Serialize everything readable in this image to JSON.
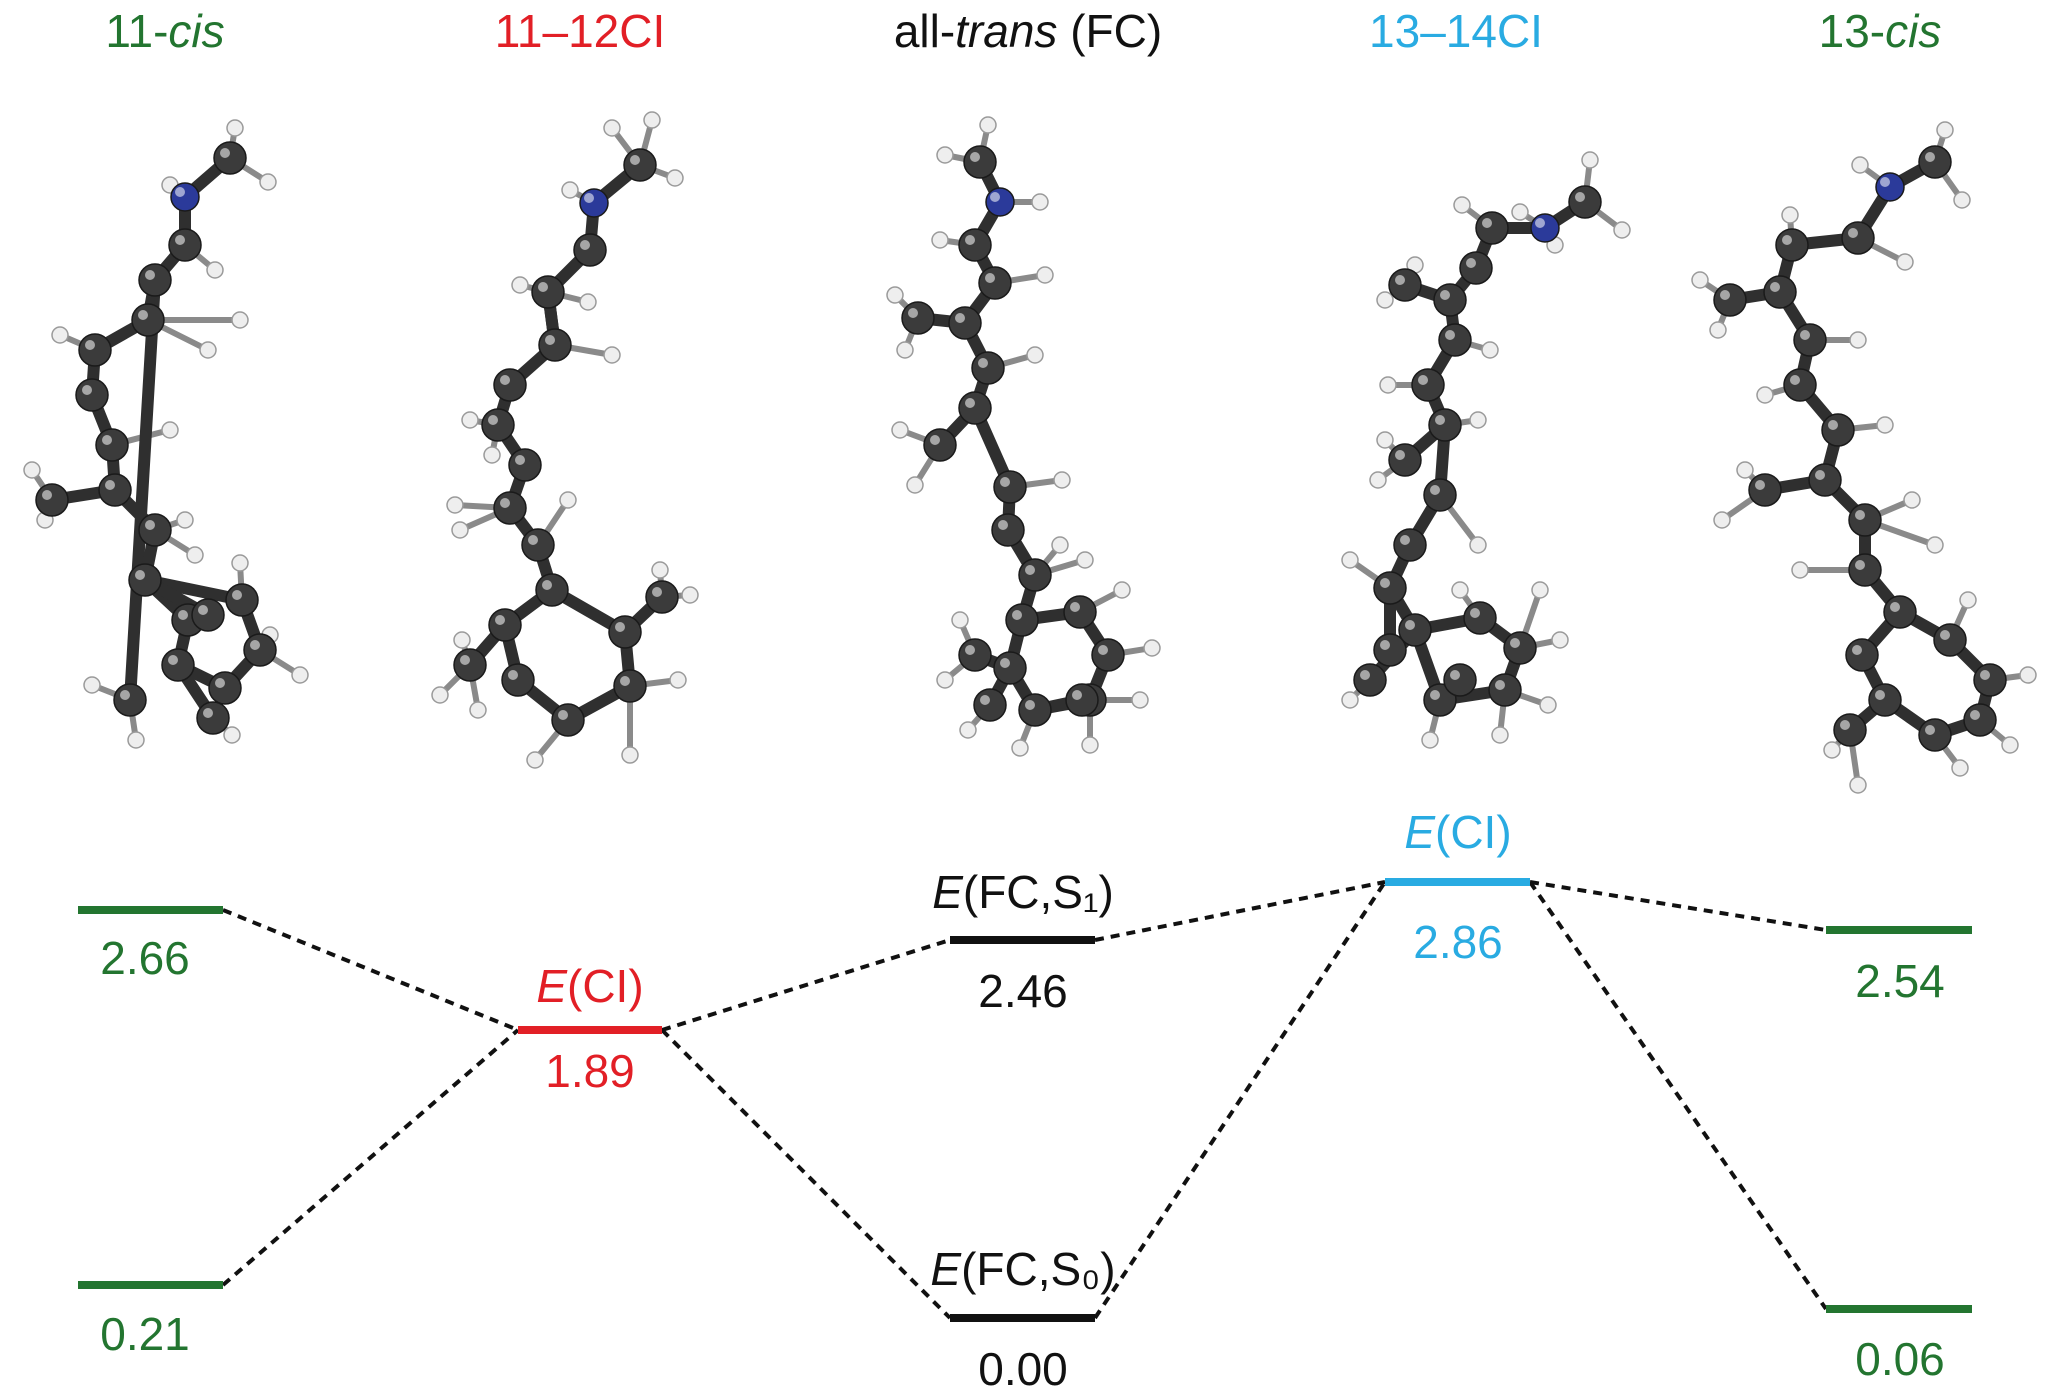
{
  "colors": {
    "green": "#237530",
    "red": "#e21f26",
    "black": "#111111",
    "cyan": "#29abe2",
    "carbon": "#3b3b3b",
    "nitrogen": "#2b3a9a",
    "hydrogen": "#eeeeee"
  },
  "headers": [
    {
      "pre": "11-",
      "ital": "cis",
      "post": "",
      "color": "green"
    },
    {
      "pre": "11–12CI",
      "ital": "",
      "post": "",
      "color": "red"
    },
    {
      "pre": "all-",
      "ital": "trans",
      "post": " (FC)",
      "color": "black"
    },
    {
      "pre": "13–14CI",
      "ital": "",
      "post": "",
      "color": "cyan"
    },
    {
      "pre": "13-",
      "ital": "cis",
      "post": "",
      "color": "green"
    }
  ],
  "molecules": [
    "11-cis-retinal-model-icon",
    "11-12ci-geometry-icon",
    "all-trans-fc-geometry-icon",
    "13-14ci-geometry-icon",
    "13-cis-retinal-model-icon"
  ],
  "levels": {
    "cis11_upper": {
      "value": "2.66",
      "color": "green"
    },
    "cis11_lower": {
      "value": "0.21",
      "color": "green"
    },
    "ci1112": {
      "label_italic": "E",
      "label_rest": "(CI)",
      "value": "1.89",
      "color": "red"
    },
    "fc_s1": {
      "label_italic": "E",
      "label_rest": "(FC,S₁)",
      "value": "2.46",
      "color": "black"
    },
    "fc_s0": {
      "label_italic": "E",
      "label_rest": "(FC,S₀)",
      "value": "0.00",
      "color": "black"
    },
    "ci1314": {
      "label_italic": "E",
      "label_rest": "(CI)",
      "value": "2.86",
      "color": "cyan"
    },
    "cis13_upper": {
      "value": "2.54",
      "color": "green"
    },
    "cis13_lower": {
      "value": "0.06",
      "color": "green"
    }
  }
}
